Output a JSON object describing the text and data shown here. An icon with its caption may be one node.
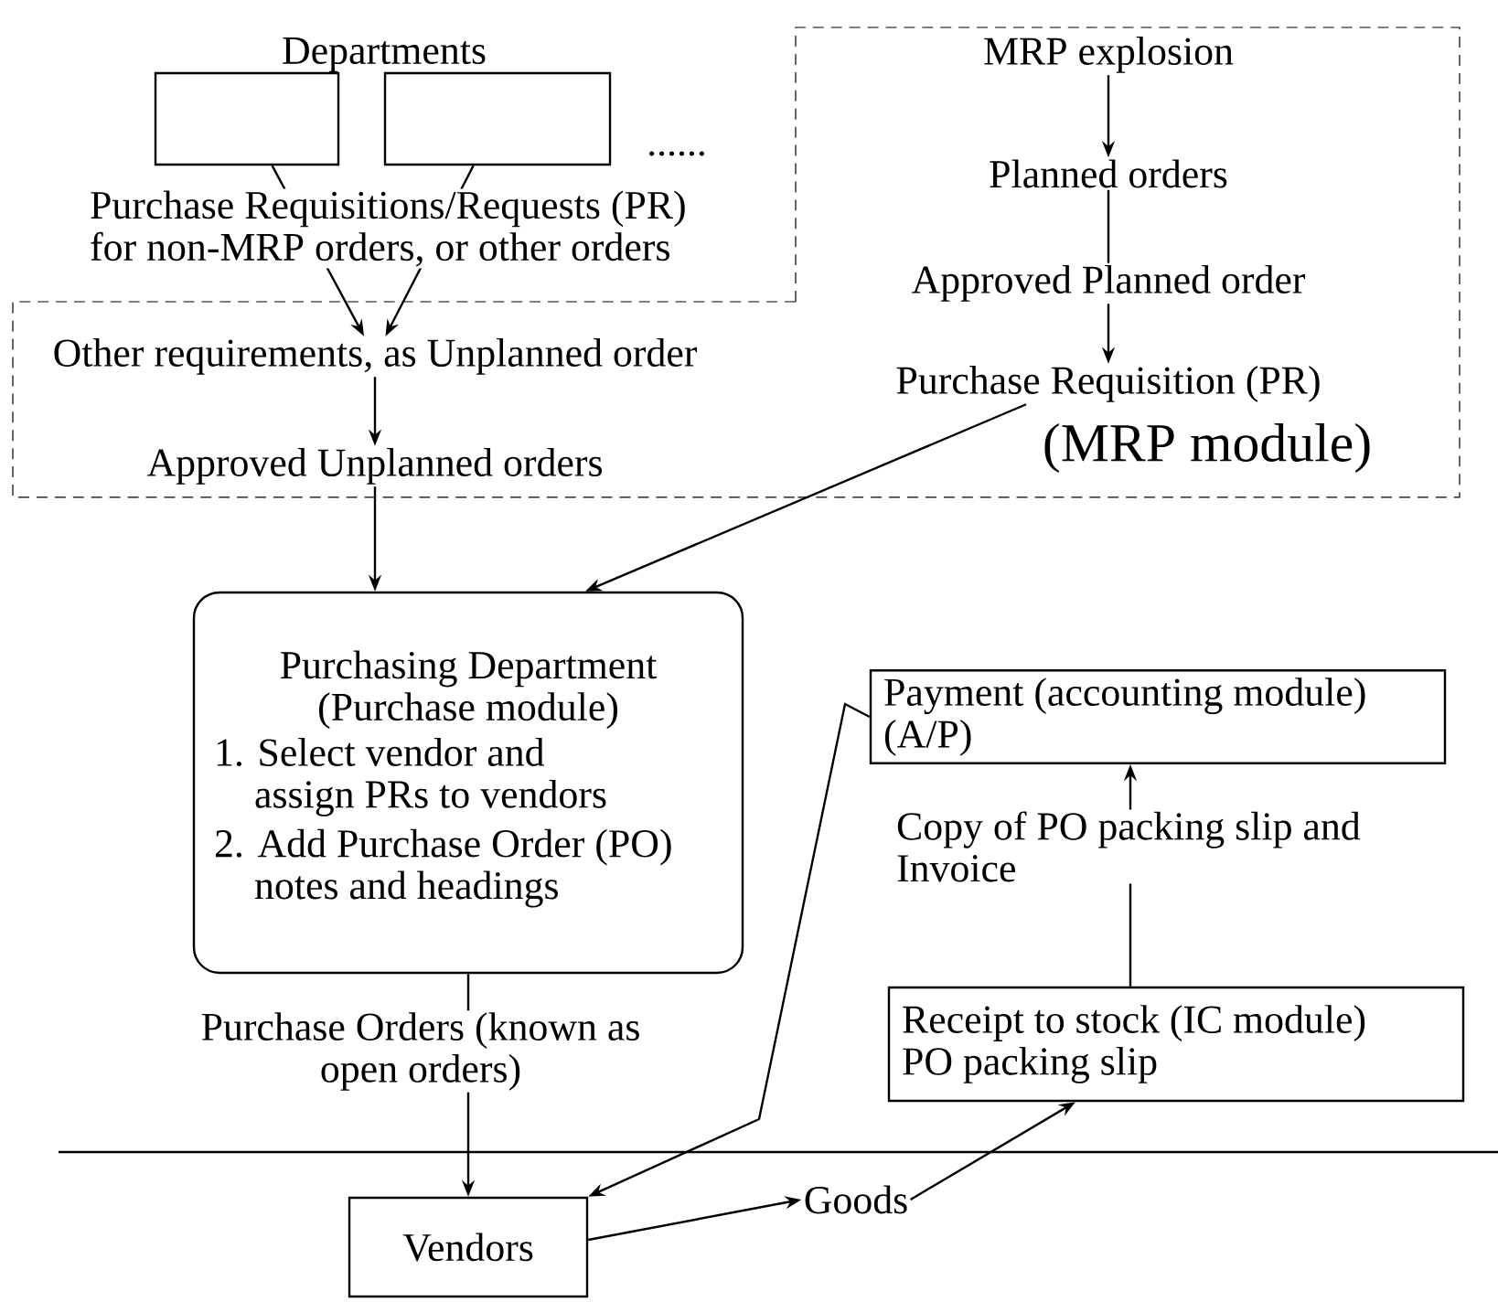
{
  "diagram": {
    "nodes": [
      {
        "text": [],
        "shape": "box"
      },
      {
        "text": [],
        "shape": "box"
      },
      {
        "text": [],
        "shape": "box"
      },
      {
        "text": [
          "Other requirements, as Unplanned order"
        ],
        "in": 2
      },
      {
        "text": [
          "Approved Unplanned orders"
        ],
        "in": 2
      },
      {
        "text": [
          "(MRP module)"
        ]
      },
      {
        "text": [
          "MRP explosion"
        ],
        "in": 5
      },
      {
        "text": [
          "Planned orders"
        ],
        "in": 5
      },
      {
        "text": [
          "Approved Planned order"
        ],
        "in": 5
      },
      {
        "text": [
          "Purchase Requisition (PR)"
        ],
        "in": 5
      },
      {
        "text": [
          "Purchasing Department (Purchase module)",
          "1. Select vendor and assign PRs to vendors",
          "2. Add Purchase Order (PO) notes and headings"
        ]
      },
      {
        "text": [
          "Payment (accounting module) (A/P)"
        ]
      },
      {
        "text": [
          "Receipt to stock (IC module) PO packing slip"
        ]
      },
      {
        "text": [
          "Vendors"
        ]
      },
      {
        "text": [
          "Goods"
        ]
      }
    ],
    "edges": [
      {
        "from": 0,
        "to": 3,
        "arrow": "to"
      },
      {
        "from": 1,
        "to": 3,
        "arrow": "to"
      },
      {
        "from": 3,
        "to": 4,
        "arrow": "to"
      },
      {
        "from": 6,
        "to": 7,
        "arrow": "to"
      },
      {
        "from": 7,
        "to": 8,
        "arrow": "none"
      },
      {
        "from": 8,
        "to": 9,
        "arrow": "to"
      },
      {
        "from": 4,
        "to": 10,
        "arrow": "to"
      },
      {
        "from": 9,
        "to": 10,
        "arrow": "to"
      },
      {
        "from": 10,
        "to": 13,
        "arrow": "to",
        "label": "Purchase Orders (known as open orders)"
      },
      {
        "from": 11,
        "to": 13,
        "arrow": "to"
      },
      {
        "from": 12,
        "to": 11,
        "arrow": "to",
        "label": "Copy of PO packing slip and Invoice"
      },
      {
        "from": 13,
        "to": 14,
        "arrow": "to"
      },
      {
        "from": 14,
        "to": 12,
        "arrow": "to"
      }
    ],
    "labels": [
      "Departments",
      "......",
      "Purchase Requisitions/Requests (PR) for non-MRP orders, or other orders"
    ]
  }
}
